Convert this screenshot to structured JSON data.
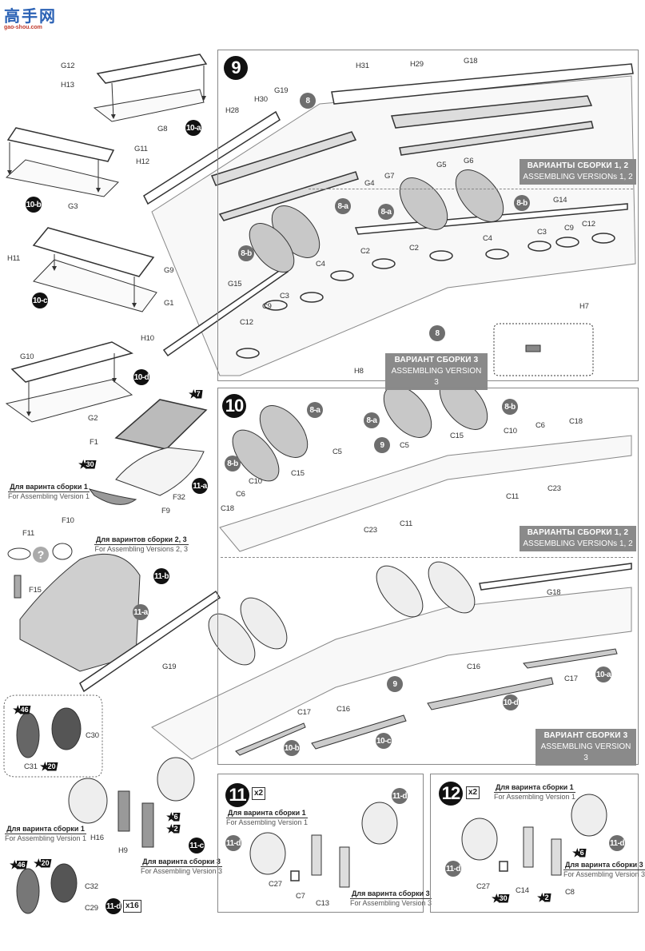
{
  "logo": {
    "text": "高手网",
    "url": "gao-shou.com"
  },
  "left_column": {
    "subassemblies": [
      {
        "id": "10-a",
        "parts": [
          "G12",
          "H13",
          "G8"
        ]
      },
      {
        "id": "10-b",
        "parts": [
          "G11",
          "H12",
          "G3"
        ]
      },
      {
        "id": "10-c",
        "parts": [
          "H11",
          "G9",
          "G1"
        ]
      },
      {
        "id": "10-d",
        "parts": [
          "H10",
          "G10",
          "G2"
        ]
      },
      {
        "id": "11-a",
        "parts": [
          "F1",
          "F32",
          "F9"
        ],
        "decals": [
          "7",
          "30"
        ]
      },
      {
        "id": "11-b",
        "parts": [
          "F11",
          "F10",
          "F15"
        ],
        "ref": "11-a"
      },
      {
        "id": "11-c",
        "parts": [
          "C30",
          "C31",
          "H16",
          "H9"
        ],
        "decals": [
          "46",
          "20",
          "6",
          "2"
        ]
      },
      {
        "id": "11-d",
        "parts": [
          "C32",
          "C29"
        ],
        "decals": [
          "46",
          "20"
        ],
        "multiplier": "x16"
      }
    ],
    "labels": {
      "g12": "G12",
      "h13": "H13",
      "g8": "G8",
      "g11": "G11",
      "h12": "H12",
      "g3": "G3",
      "h11": "H11",
      "g9": "G9",
      "g1": "G1",
      "h10": "H10",
      "g10": "G10",
      "g2": "G2",
      "f1": "F1",
      "f32": "F32",
      "f9": "F9",
      "f11": "F11",
      "f10": "F10",
      "f15": "F15",
      "c30": "C30",
      "c31": "C31",
      "h16": "H16",
      "h9": "H9",
      "c32": "C32",
      "c29": "C29"
    },
    "badges": {
      "b10a": "10-a",
      "b10b": "10-b",
      "b10c": "10-c",
      "b10d": "10-d",
      "b11a": "11-a",
      "b11a_ref": "11-a",
      "b11b": "11-b",
      "b11c": "11-c",
      "b11d": "11-d"
    },
    "decals": {
      "d7": "7",
      "d30": "30",
      "d46a": "46",
      "d20a": "20",
      "d6": "6",
      "d2": "2",
      "d46b": "46",
      "d20b": "20"
    },
    "multiplier": "x16",
    "question_mark": "?",
    "notes": {
      "v1_f11": {
        "ru": "Для варинта сборки 1",
        "en": "For Assembling Version 1"
      },
      "v23_f10": {
        "ru": "Для варинтов сборки 2, 3",
        "en": "For Assembling Versions 2, 3"
      },
      "v1_h16": {
        "ru": "Для варинта сборки 1",
        "en": "For Assembling Version 1"
      },
      "v3_h9": {
        "ru": "Для варинта сборки 3",
        "en": "For Assembling Version 3"
      }
    }
  },
  "step9": {
    "number": "9",
    "labels": {
      "h31": "H31",
      "h29": "H29",
      "g18": "G18",
      "h28": "H28",
      "h30": "H30",
      "g19": "G19",
      "g7": "G7",
      "g4": "G4",
      "g5": "G5",
      "g6": "G6",
      "g14": "G14",
      "g15": "G15",
      "c2a": "C2",
      "c2b": "C2",
      "c3a": "C3",
      "c3b": "C3",
      "c4a": "C4",
      "c4b": "C4",
      "c9a": "C9",
      "c9b": "C9",
      "c12a": "C12",
      "c12b": "C12",
      "h7": "H7",
      "h8": "H8"
    },
    "badges": {
      "b8top": "8",
      "b8a1": "8-a",
      "b8a2": "8-a",
      "b8b1": "8-b",
      "b8b2": "8-b",
      "b8mid": "8"
    },
    "banner_v12": {
      "ru": "ВАРИАНТЫ СБОРКИ 1, 2",
      "en": "ASSEMBLING VERSIONs 1, 2"
    },
    "banner_v3": {
      "ru": "ВАРИАНТ СБОРКИ 3",
      "en": "ASSEMBLING VERSION 3"
    }
  },
  "step10": {
    "number": "10",
    "labels": {
      "c18a": "C18",
      "c6a": "C6",
      "c10a": "C10",
      "c15a": "C15",
      "c5a": "C5",
      "c23a": "C23",
      "c11a": "C11",
      "c5b": "C5",
      "c15b": "C15",
      "c10b": "C10",
      "c6b": "C6",
      "c18b": "C18",
      "c11b": "C11",
      "c23b": "C23",
      "g18": "G18",
      "g19": "G19",
      "c16a": "C16",
      "c16b": "C16",
      "c17a": "C17",
      "c17b": "C17"
    },
    "badges": {
      "b8b1": "8-b",
      "b8a1": "8-a",
      "b9": "9",
      "b8a2": "8-a",
      "b8b2": "8-b",
      "b9b": "9",
      "b10a": "10-a",
      "b10b": "10-b",
      "b10c": "10-c",
      "b10d": "10-d"
    },
    "banner_v12": {
      "ru": "ВАРИАНТЫ СБОРКИ 1, 2",
      "en": "ASSEMBLING VERSIONs 1, 2"
    },
    "banner_v3": {
      "ru": "ВАРИАНТ СБОРКИ 3",
      "en": "ASSEMBLING VERSION 3"
    }
  },
  "step11": {
    "number": "11",
    "multiplier": "x2",
    "labels": {
      "c27": "C27",
      "c7": "C7",
      "c13": "C13"
    },
    "badges": {
      "b11d1": "11-d",
      "b11d2": "11-d"
    },
    "notes": {
      "v1": {
        "ru": "Для варинта сборки 1",
        "en": "For Assembling Version 1"
      },
      "v3": {
        "ru": "Для варинта сборки 3",
        "en": "For Assembling Version 3"
      }
    }
  },
  "step12": {
    "number": "12",
    "multiplier": "x2",
    "labels": {
      "c27": "C27",
      "c14": "C14",
      "c8": "C8"
    },
    "badges": {
      "b11d1": "11-d",
      "b11d2": "11-d"
    },
    "decals": {
      "d30": "30",
      "d6": "6",
      "d2": "2"
    },
    "notes": {
      "v1": {
        "ru": "Для варинта сборки 1",
        "en": "For Assembling Version 1"
      },
      "v3": {
        "ru": "Для варинта сборки 3",
        "en": "For Assembling Version 3"
      }
    }
  }
}
